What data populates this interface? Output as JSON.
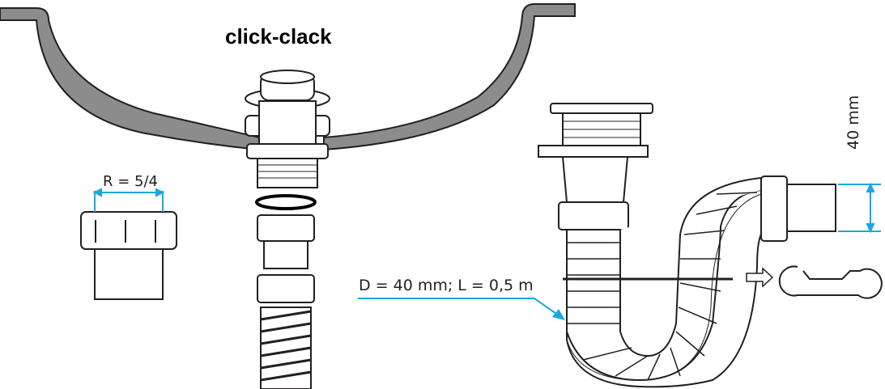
{
  "title": "click-clack",
  "labels": {
    "thread": "R = 5/4",
    "hose": "D = 40 mm; L = 0,5 m",
    "height": "40 mm"
  },
  "colors": {
    "line": "#231f20",
    "sink_fill": "#8c8c8c",
    "dimension": "#1aa7e0"
  }
}
